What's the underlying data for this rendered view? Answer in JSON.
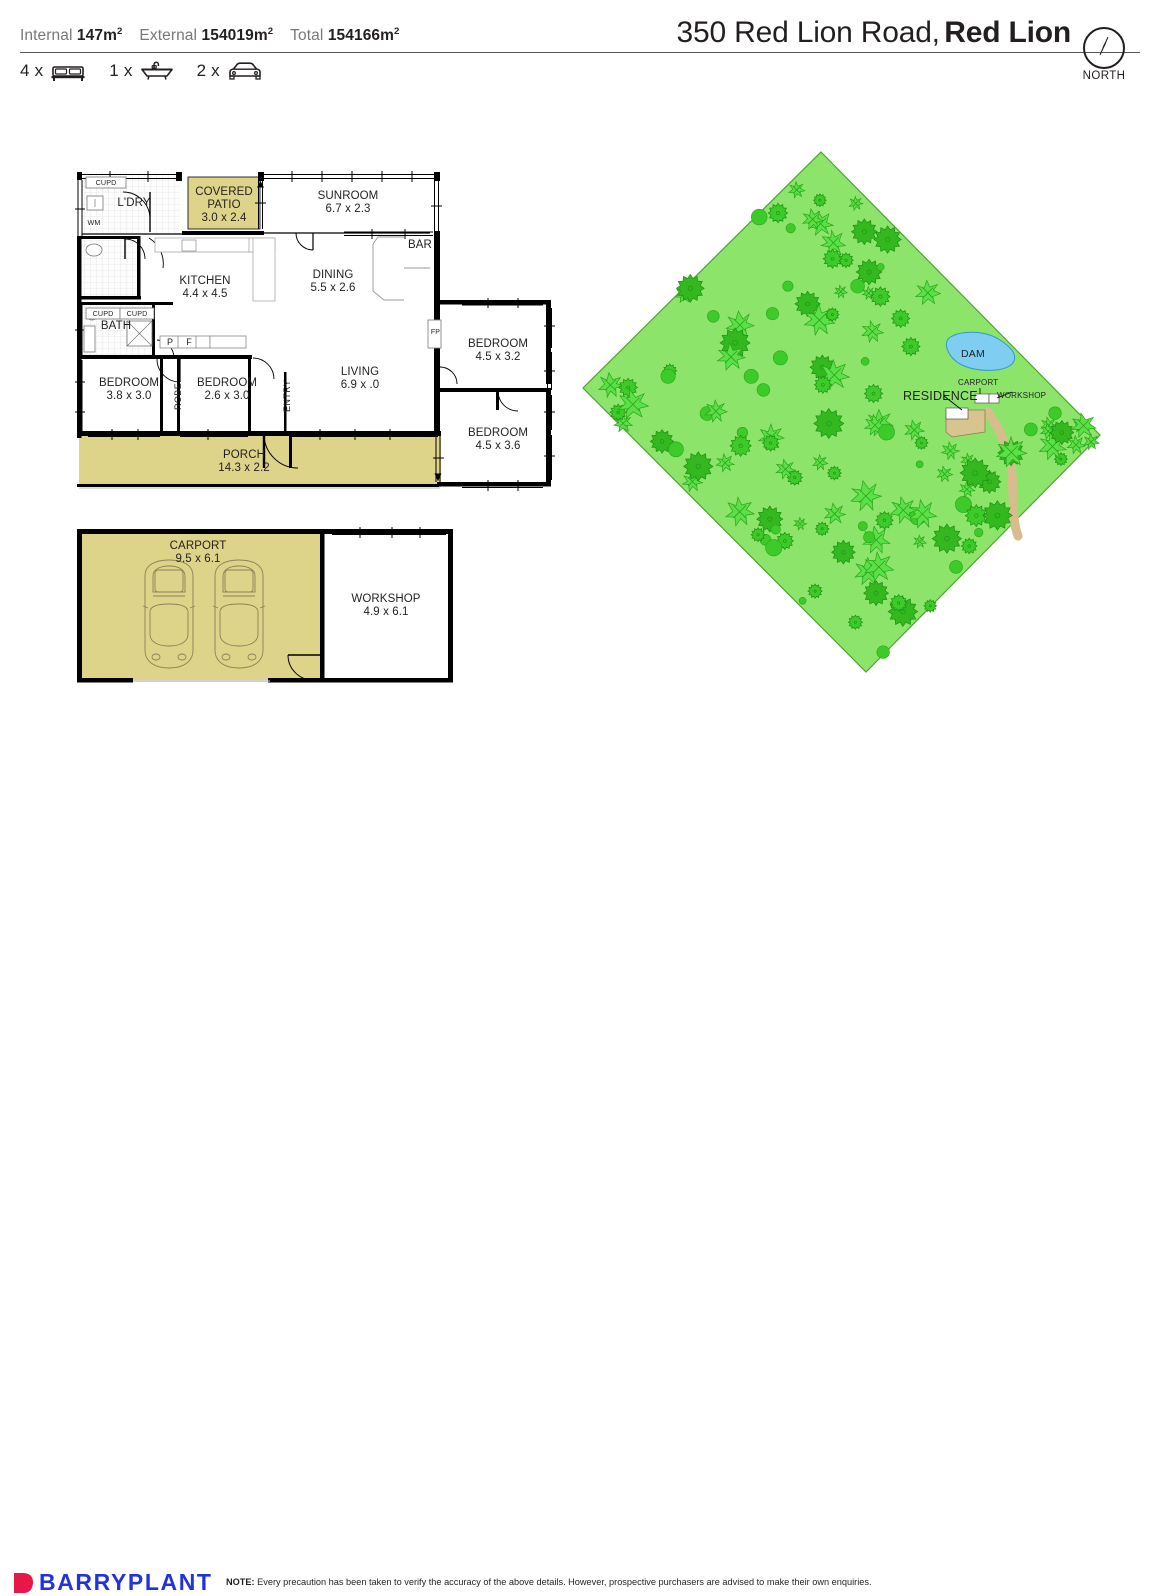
{
  "header": {
    "areas": [
      {
        "label": "Internal",
        "value": "147m",
        "sup": "2"
      },
      {
        "label": "External",
        "value": "154019m",
        "sup": "2"
      },
      {
        "label": "Total",
        "value": "154166m",
        "sup": "2"
      }
    ],
    "title_thin": "350 Red Lion Road,",
    "title_bold": "Red Lion",
    "compass_label": "NORTH",
    "features": [
      {
        "count": "4 x",
        "icon": "bed-icon"
      },
      {
        "count": "1 x",
        "icon": "bathtub-icon"
      },
      {
        "count": "2 x",
        "icon": "car-icon"
      }
    ]
  },
  "floorplan": {
    "rooms": [
      {
        "name": "COVERED\nPATIO",
        "line1": "COVERED",
        "line2": "PATIO",
        "dim": "3.0 x 2.4"
      },
      {
        "name": "SUNROOM",
        "dim": "6.7 x 2.3"
      },
      {
        "name": "L'DRY",
        "dim": ""
      },
      {
        "name": "KITCHEN",
        "dim": "4.4 x 4.5"
      },
      {
        "name": "DINING",
        "dim": "5.5 x 2.6"
      },
      {
        "name": "BAR",
        "dim": ""
      },
      {
        "name": "BATH",
        "dim": ""
      },
      {
        "name": "BEDROOM",
        "dim": "4.5 x 3.2"
      },
      {
        "name": "BEDROOM",
        "dim": "4.5 x 3.6"
      },
      {
        "name": "LIVING",
        "dim": "6.9 x .0"
      },
      {
        "name": "BEDROOM",
        "dim": "3.8 x 3.0"
      },
      {
        "name": "BEDROOM",
        "dim": "2.6 x 3.0"
      },
      {
        "name": "PORCH",
        "dim": "14.3 x 2.2"
      },
      {
        "name": "CARPORT",
        "dim": "9.5 x 6.1"
      },
      {
        "name": "WORKSHOP",
        "dim": "4.9 x 6.1"
      }
    ],
    "labels": {
      "patio_l1": "COVERED",
      "patio_l2": "PATIO",
      "patio_dim": "3.0 x 2.4",
      "sunroom": "SUNROOM",
      "sunroom_dim": "6.7 x 2.3",
      "ldry": "L'DRY",
      "kitchen": "KITCHEN",
      "kitchen_dim": "4.4 x 4.5",
      "dining": "DINING",
      "dining_dim": "5.5 x 2.6",
      "bar": "BAR",
      "bath": "BATH",
      "bed_ne": "BEDROOM",
      "bed_ne_dim": "4.5 x 3.2",
      "bed_se": "BEDROOM",
      "bed_se_dim": "4.5 x 3.6",
      "living": "LIVING",
      "living_dim": "6.9 x .0",
      "bed_sw": "BEDROOM",
      "bed_sw_dim": "3.8 x 3.0",
      "bed_mid": "BEDROOM",
      "bed_mid_dim": "2.6 x 3.0",
      "porch": "PORCH",
      "porch_dim": "14.3 x 2.2",
      "carport": "CARPORT",
      "carport_dim": "9.5 x 6.1",
      "workshop": "WORKSHOP",
      "workshop_dim": "4.9 x 6.1",
      "cupd1": "CUPD",
      "cupd2": "CUPD",
      "cupd3": "CUPD",
      "wm": "WM",
      "p": "P",
      "f": "F",
      "fp": "FP",
      "robe": "ROBE",
      "entry": "ENTRY"
    }
  },
  "siteplan": {
    "dam": "DAM",
    "residence": "RESIDENCE",
    "carport": "CARPORT",
    "workshop": "WORKSHOP"
  },
  "footer": {
    "brand": "BARRYPLANT",
    "note_bold": "NOTE:",
    "note_text": " Every precaution has been taken to verify the accuracy of the above details. However, prospective purchasers are advised to make their own enquiries."
  },
  "colors": {
    "patio_fill": "#ddd389",
    "grass": "#8ce46a",
    "tree": "#3ccb28",
    "water": "#7fcdf0",
    "path": "#d7bd8e",
    "brand_blue": "#2233dd",
    "brand_red": "#e8174a",
    "wall": "#000000"
  }
}
